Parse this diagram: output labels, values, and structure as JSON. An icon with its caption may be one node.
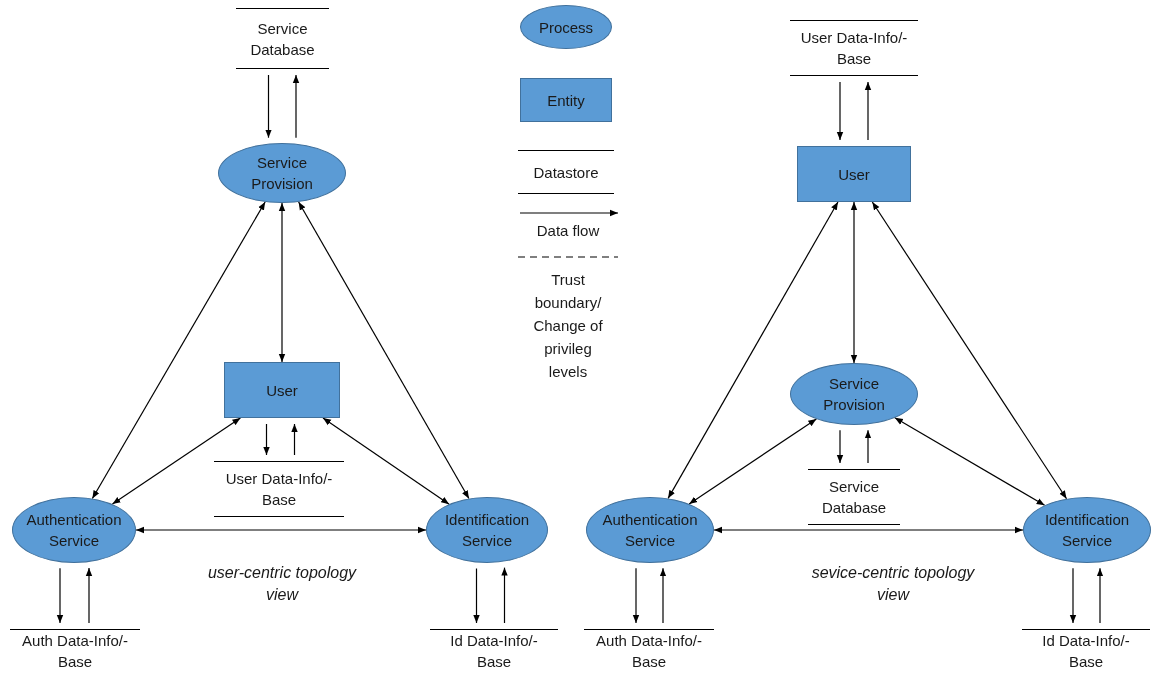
{
  "diagram": {
    "nodes": [
      {
        "text": [
          "Service Database"
        ]
      },
      {
        "text": [
          "Service Provision"
        ]
      },
      {
        "text": [
          "User"
        ]
      },
      {
        "text": [
          "User Data-Info/-Base"
        ]
      },
      {
        "text": [
          "Authentication Service"
        ]
      },
      {
        "text": [
          "Identification Service"
        ]
      },
      {
        "text": [
          "Auth Data-Info/-Base"
        ]
      },
      {
        "text": [
          "Id Data-Info/-Base"
        ]
      },
      {
        "text": [
          "User Data-Info/-Base"
        ]
      },
      {
        "text": [
          "User"
        ]
      },
      {
        "text": [
          "Service Provision"
        ]
      },
      {
        "text": [
          "Service Database"
        ]
      },
      {
        "text": [
          "Authentication Service"
        ]
      },
      {
        "text": [
          "Identification Service"
        ]
      },
      {
        "text": [
          "Auth Data-Info/-Base"
        ]
      },
      {
        "text": [
          "Id Data-Info/-Base"
        ]
      }
    ],
    "edges": [
      {
        "from": 0,
        "to": 1,
        "arrow": "to"
      },
      {
        "from": 1,
        "to": 0,
        "arrow": "to"
      },
      {
        "from": 1,
        "to": 2,
        "arrow": "both"
      },
      {
        "from": 1,
        "to": 4,
        "arrow": "both"
      },
      {
        "from": 1,
        "to": 5,
        "arrow": "both"
      },
      {
        "from": 2,
        "to": 4,
        "arrow": "both"
      },
      {
        "from": 2,
        "to": 5,
        "arrow": "both"
      },
      {
        "from": 2,
        "to": 3,
        "arrow": "to"
      },
      {
        "from": 3,
        "to": 2,
        "arrow": "to"
      },
      {
        "from": 4,
        "to": 5,
        "arrow": "both"
      },
      {
        "from": 4,
        "to": 6,
        "arrow": "to"
      },
      {
        "from": 6,
        "to": 4,
        "arrow": "to"
      },
      {
        "from": 5,
        "to": 7,
        "arrow": "to"
      },
      {
        "from": 7,
        "to": 5,
        "arrow": "to"
      },
      {
        "from": 8,
        "to": 9,
        "arrow": "to"
      },
      {
        "from": 9,
        "to": 8,
        "arrow": "to"
      },
      {
        "from": 9,
        "to": 10,
        "arrow": "both"
      },
      {
        "from": 9,
        "to": 12,
        "arrow": "both"
      },
      {
        "from": 9,
        "to": 13,
        "arrow": "both"
      },
      {
        "from": 10,
        "to": 11,
        "arrow": "to"
      },
      {
        "from": 11,
        "to": 10,
        "arrow": "to"
      },
      {
        "from": 10,
        "to": 12,
        "arrow": "both"
      },
      {
        "from": 10,
        "to": 13,
        "arrow": "both"
      },
      {
        "from": 12,
        "to": 13,
        "arrow": "both"
      },
      {
        "from": 12,
        "to": 14,
        "arrow": "to"
      },
      {
        "from": 14,
        "to": 12,
        "arrow": "to"
      },
      {
        "from": 13,
        "to": 15,
        "arrow": "to"
      },
      {
        "from": 15,
        "to": 13,
        "arrow": "to"
      }
    ],
    "labels": [
      "user-centric topology view",
      "sevice-centric topology view"
    ],
    "legend": [
      {
        "text": "Process"
      },
      {
        "text": "Entity"
      },
      {
        "text": "Datastore"
      },
      {
        "text": "Data flow"
      },
      {
        "text": "Trust boundary/ Change of privileg levels"
      }
    ]
  }
}
